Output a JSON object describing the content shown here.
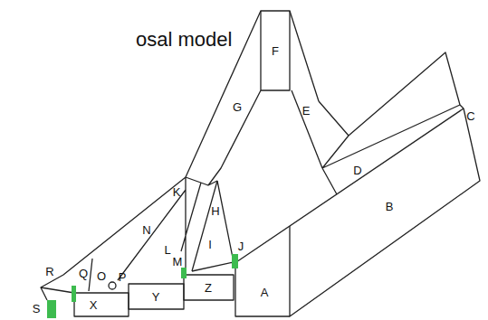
{
  "diagram": {
    "title": "osal model",
    "labels": [
      "F",
      "G",
      "E",
      "C",
      "D",
      "B",
      "K",
      "H",
      "N",
      "I",
      "J",
      "L",
      "M",
      "O",
      "P",
      "R",
      "Q",
      "A",
      "Z",
      "Y",
      "X",
      "S"
    ]
  }
}
